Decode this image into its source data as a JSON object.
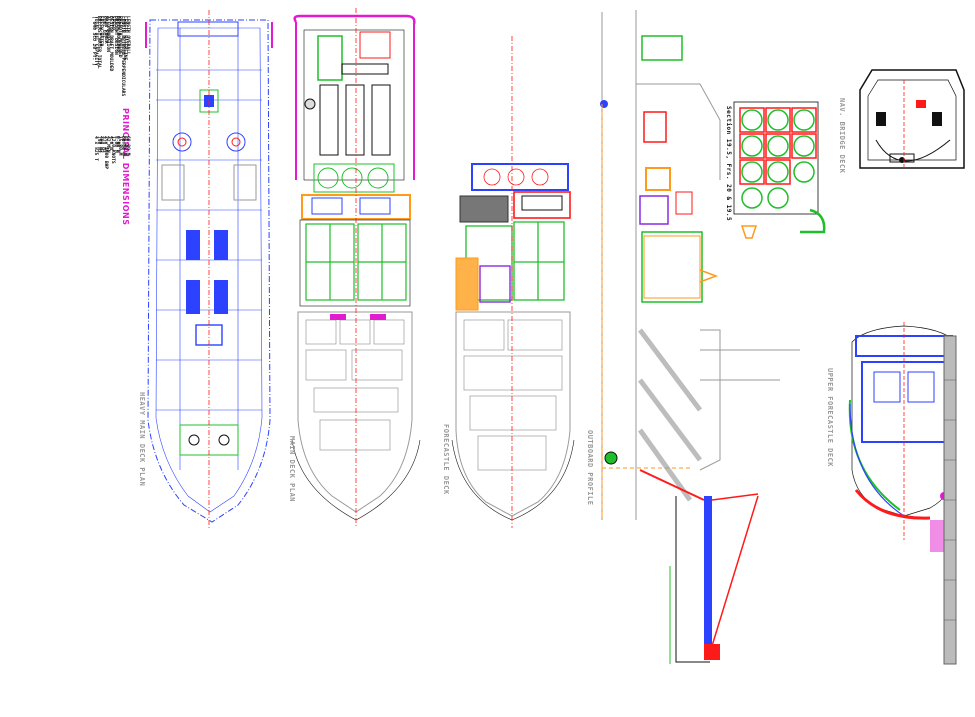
{
  "views": {
    "heavy_main_deck": "HEAVY MAIN DECK PLAN",
    "main_deck": "MAIN DECK PLAN",
    "forecastle": "FORECASTLE DECK",
    "outboard": "OUTBOARD PROFILE",
    "bridge": "NAV. BRIDGE DECK",
    "upper_forecastle": "UPPER FORECASTLE DECK",
    "section": "Section 19.5, Frs. 20 & 19.5"
  },
  "dimensions": {
    "title": "PRINCIPAL DIMENSIONS",
    "rows": [
      {
        "label": "LENGTH OVERALL",
        "value": "68.00 M"
      },
      {
        "label": "LENGTH WATERLINE",
        "value": "61.00 M"
      },
      {
        "label": "LENGTH BETWEEN PERPENDICULARS",
        "value": "60.00 M"
      },
      {
        "label": "BREADTH MOULDED",
        "value": "15.80 M"
      },
      {
        "label": "DEPTH MOULDED",
        "value": "6.00 M"
      },
      {
        "label": "DRAUGHT DESIGN",
        "value": "5.00 M"
      },
      {
        "label": "SPEED",
        "value": "12.0 KNOTS"
      },
      {
        "label": "DESIGN DRAFT MOULDED",
        "value": "4.0 M"
      },
      {
        "label": "ACCOMMODATION",
        "value": "42 MEN"
      },
      {
        "label": "MAIN POWER",
        "value": "2 x 1600 BHP"
      },
      {
        "label": "FUEL OIL",
        "value": "375 M3"
      },
      {
        "label": "FRESH WATER",
        "value": "400 M3"
      },
      {
        "label": "BALLAST WATER TOTAL",
        "value": "750 M3"
      },
      {
        "label": "TOTAL OIL CAPACITY",
        "value": "4 x 825 T"
      }
    ],
    "footnote": "[ 640 SCU 20 FT. ]"
  },
  "colors": {
    "blue": "#2d42ff",
    "magenta": "#e21bd0",
    "green": "#1fbf2a",
    "red": "#ff1a1a",
    "orange": "#ff9a1a",
    "gray": "#9a9a9a",
    "dark": "#111111"
  }
}
